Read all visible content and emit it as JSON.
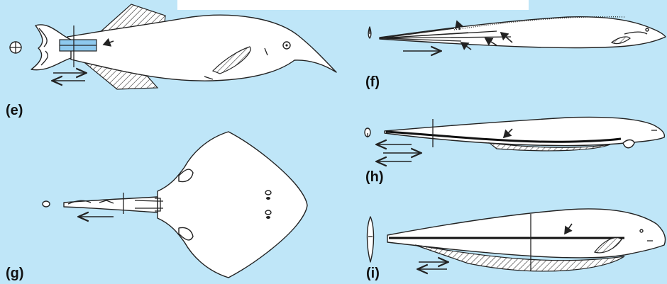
{
  "labels": {
    "e": "(e)",
    "f": "(f)",
    "g": "(g)",
    "h": "(h)",
    "i": "(i)"
  },
  "colors": {
    "background": "#bfe6f8",
    "body_fill": "#ffffff",
    "outline": "#222222",
    "highlight": "#8ec9ee"
  },
  "icons": {
    "arrow": "arrow-icon",
    "double_arrow": "bidirectional-arrow-icon"
  }
}
